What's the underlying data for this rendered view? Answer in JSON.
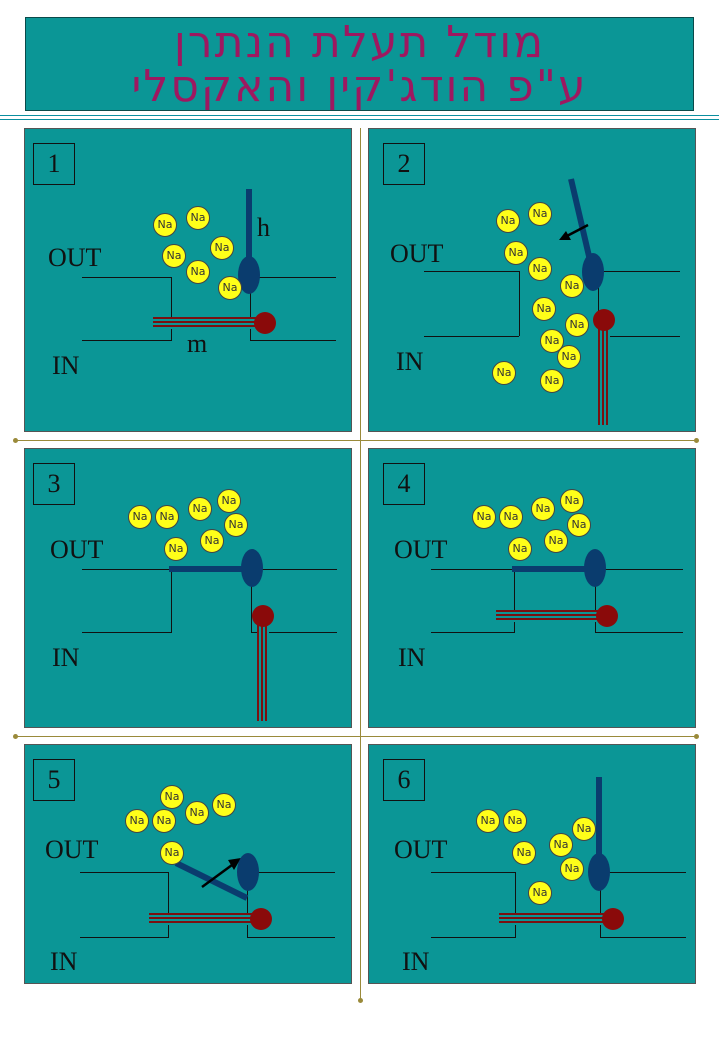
{
  "title": {
    "line1": "מודל תעלת הנתרן",
    "line2": "ע\"פ הודג'קין והאקסלי"
  },
  "labels": {
    "out": "OUT",
    "in": "IN",
    "na": "Na",
    "h": "h",
    "m": "m"
  },
  "panels": [
    "1",
    "2",
    "3",
    "4",
    "5",
    "6"
  ],
  "colors": {
    "panel": "#0b9696",
    "title": "#9e1860",
    "na": "#ffff19",
    "gate_h": "#0a3c6e",
    "gate_m": "#8a0a0a"
  }
}
